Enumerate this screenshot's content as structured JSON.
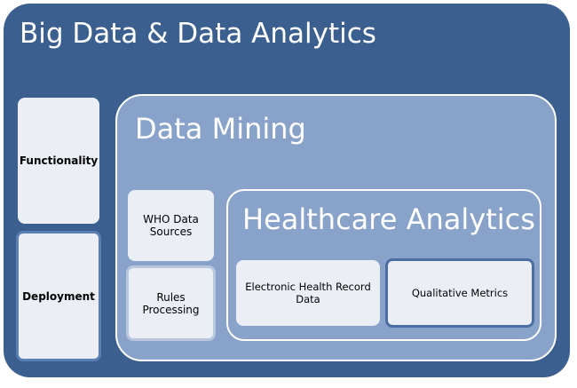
{
  "title": "Big Data & Data Analytics",
  "side": {
    "functionality": "Functionality",
    "deployment": "Deployment"
  },
  "data_mining": {
    "title": "Data Mining",
    "who": "WHO Data Sources",
    "rules": "Rules Processing",
    "healthcare": {
      "title": "Healthcare Analytics",
      "ehr": "Electronic Health Record Data",
      "qualitative": "Qualitative Metrics"
    }
  },
  "colors": {
    "outer": "#3b5f8e",
    "inner": "#89a2c9",
    "card": "#ebeef5"
  }
}
